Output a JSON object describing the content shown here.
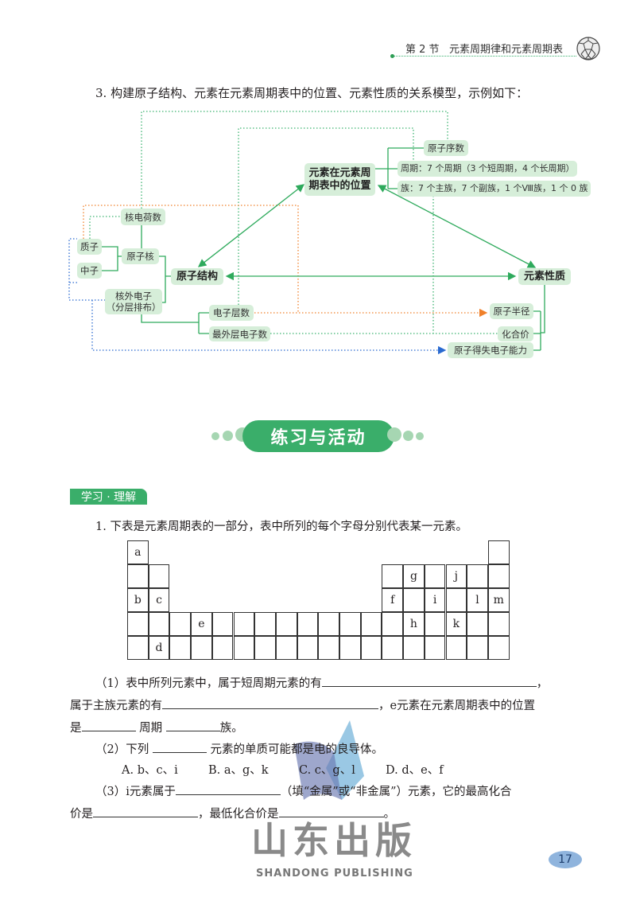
{
  "header": {
    "section": "第 2 节",
    "title": "元素周期律和元素周期表",
    "icon": "fullerene-ball-icon"
  },
  "intro": "3. 构建原子结构、元素在元素周期表中的位置、元素性质的关系模型，示例如下：",
  "diagram": {
    "atomic_number": "原子序数",
    "period": "周期：7 个周期（3 个短周期，4 个长周期）",
    "group": "族：7 个主族，7 个副族，1 个Ⅷ族，1 个 0 族",
    "position_l1": "元素在元素周",
    "position_l2": "期表中的位置",
    "nuclear_charge": "核电荷数",
    "proton": "质子",
    "neutron": "中子",
    "nucleus": "原子核",
    "atomic_structure": "原子结构",
    "electrons_l1": "核外电子",
    "electrons_l2": "（分层排布）",
    "shells": "电子层数",
    "outer_electrons": "最外层电子数",
    "properties": "元素性质",
    "radius": "原子半径",
    "valence": "化合价",
    "electron_ability": "原子得失电子能力",
    "colors": {
      "solid": "#2eaa5c",
      "dotted_green": "#3cb371",
      "dotted_orange": "#f0802a",
      "dotted_blue": "#2a6ad0",
      "box": "#d6eed9"
    }
  },
  "banner": "练习与活动",
  "tag": "学习 · 理解",
  "q1": {
    "stem": "1. 下表是元素周期表的一部分，表中所列的每个字母分别代表某一元素。",
    "table": [
      [
        "a",
        null,
        null,
        null,
        null,
        null,
        null,
        null,
        null,
        null,
        null,
        null,
        null,
        null,
        null,
        null,
        null,
        ""
      ],
      [
        "",
        "",
        null,
        null,
        null,
        null,
        null,
        null,
        null,
        null,
        null,
        null,
        "",
        "g",
        "",
        "j",
        "",
        ""
      ],
      [
        "b",
        "c",
        null,
        null,
        null,
        null,
        null,
        null,
        null,
        null,
        null,
        null,
        "f",
        "",
        "i",
        "",
        "l",
        "m"
      ],
      [
        "",
        "",
        "",
        "e",
        "",
        "",
        "",
        "",
        "",
        "",
        "",
        "",
        "",
        "h",
        "",
        "k",
        "",
        ""
      ],
      [
        "",
        "d",
        "",
        "",
        "",
        "",
        "",
        "",
        "",
        "",
        "",
        "",
        "",
        "",
        "",
        "",
        "",
        ""
      ]
    ],
    "p1a": "（1）表中所列元素中，属于短周期元素的有",
    "p1b": "，",
    "p1c": "属于主族元素的有",
    "p1d": "，e元素在元素周期表中的位置",
    "p1e": "是",
    "p1f": "周期",
    "p1g": "族。",
    "p2a": "（2）下列",
    "p2b": "元素的单质可能都是电的良导体。",
    "options": [
      "A. b、c、i",
      "B. a、g、k",
      "C. c、g、l",
      "D. d、e、f"
    ],
    "p3a": "（3）i元素属于",
    "p3b": "（填“金属”或“非金属”）元素，它的最高化合",
    "p3c": "价是",
    "p3d": "，最低化合价是",
    "p3e": "。"
  },
  "footer": {
    "logo_cn": "山东出版",
    "logo_en": "SHANDONG PUBLISHING",
    "page": "17"
  }
}
